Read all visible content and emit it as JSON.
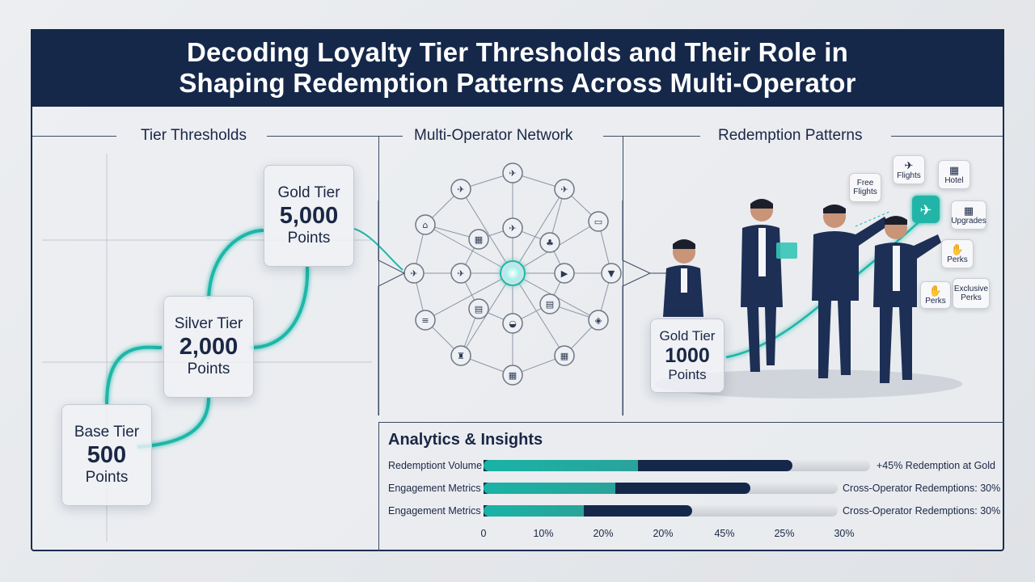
{
  "title": {
    "line1": "Decoding Loyalty Tier Thresholds and Their Role in",
    "line2": "Shaping Redemption Patterns Across Multi-Operator"
  },
  "sections": {
    "tier_thresholds": "Tier Thresholds",
    "network": "Multi-Operator Network",
    "redemption": "Redemption Patterns"
  },
  "tiers": [
    {
      "name": "Base Tier",
      "value": "500",
      "unit": "Points"
    },
    {
      "name": "Silver Tier",
      "value": "2,000",
      "unit": "Points"
    },
    {
      "name": "Gold Tier",
      "value": "5,000",
      "unit": "Points"
    }
  ],
  "redemption_card": {
    "name": "Gold Tier",
    "value": "1000",
    "unit": "Points"
  },
  "reward_tiles": [
    {
      "label": "Free Flights",
      "icon": "plane-icon"
    },
    {
      "label": "Flights",
      "icon": "plane-icon"
    },
    {
      "label": "Hotel",
      "icon": "hotel-icon"
    },
    {
      "label": "Upgrades",
      "icon": "building-icon"
    },
    {
      "label": "Perks",
      "icon": "handshake-icon"
    },
    {
      "label": "Perks",
      "icon": "handshake-icon"
    },
    {
      "label": "Exclusive Perks",
      "icon": "star-icon"
    }
  ],
  "analytics": {
    "title": "Analytics & Insights",
    "rows": [
      {
        "label": "Redemptiont Volume",
        "teal": 0.4,
        "navy": 0.8,
        "note": "+45% Redemption at Gold"
      },
      {
        "label": "Engagement Metrics",
        "teal": 0.34,
        "navy": 0.69,
        "note": "Cross-Operator Redemptions: 30%"
      },
      {
        "label": "Engagement Metrics",
        "teal": 0.26,
        "navy": 0.54,
        "note": "Cross-Operator Redemptions: 30%"
      }
    ],
    "x_ticks": [
      "0",
      "10%",
      "20%",
      "20%",
      "45%",
      "25%",
      "30%"
    ]
  },
  "colors": {
    "navy": "#15284a",
    "teal": "#19b3a6"
  }
}
